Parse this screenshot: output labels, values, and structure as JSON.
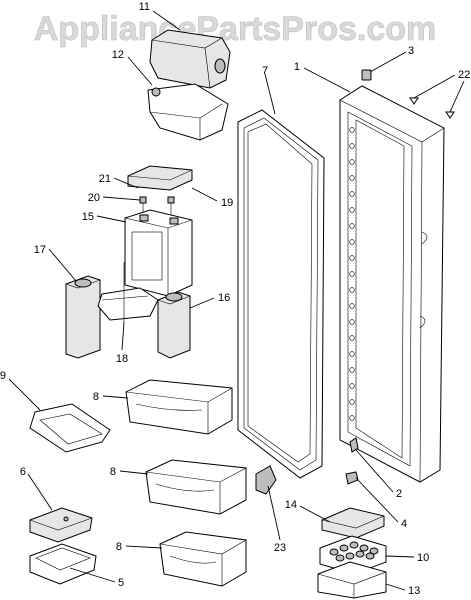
{
  "watermark": "AppliancePartsPros.com",
  "callouts": {
    "p1": "1",
    "p2": "2",
    "p3": "3",
    "p4": "4",
    "p5": "5",
    "p6": "6",
    "p7": "7",
    "p8a": "8",
    "p8b": "8",
    "p8c": "8",
    "p9": "9",
    "p10": "10",
    "p11": "11",
    "p12": "12",
    "p13": "13",
    "p14": "14",
    "p15": "15",
    "p16": "16",
    "p17": "17",
    "p18": "18",
    "p19": "19",
    "p20": "20",
    "p21": "21",
    "p22": "22",
    "p23": "23"
  }
}
